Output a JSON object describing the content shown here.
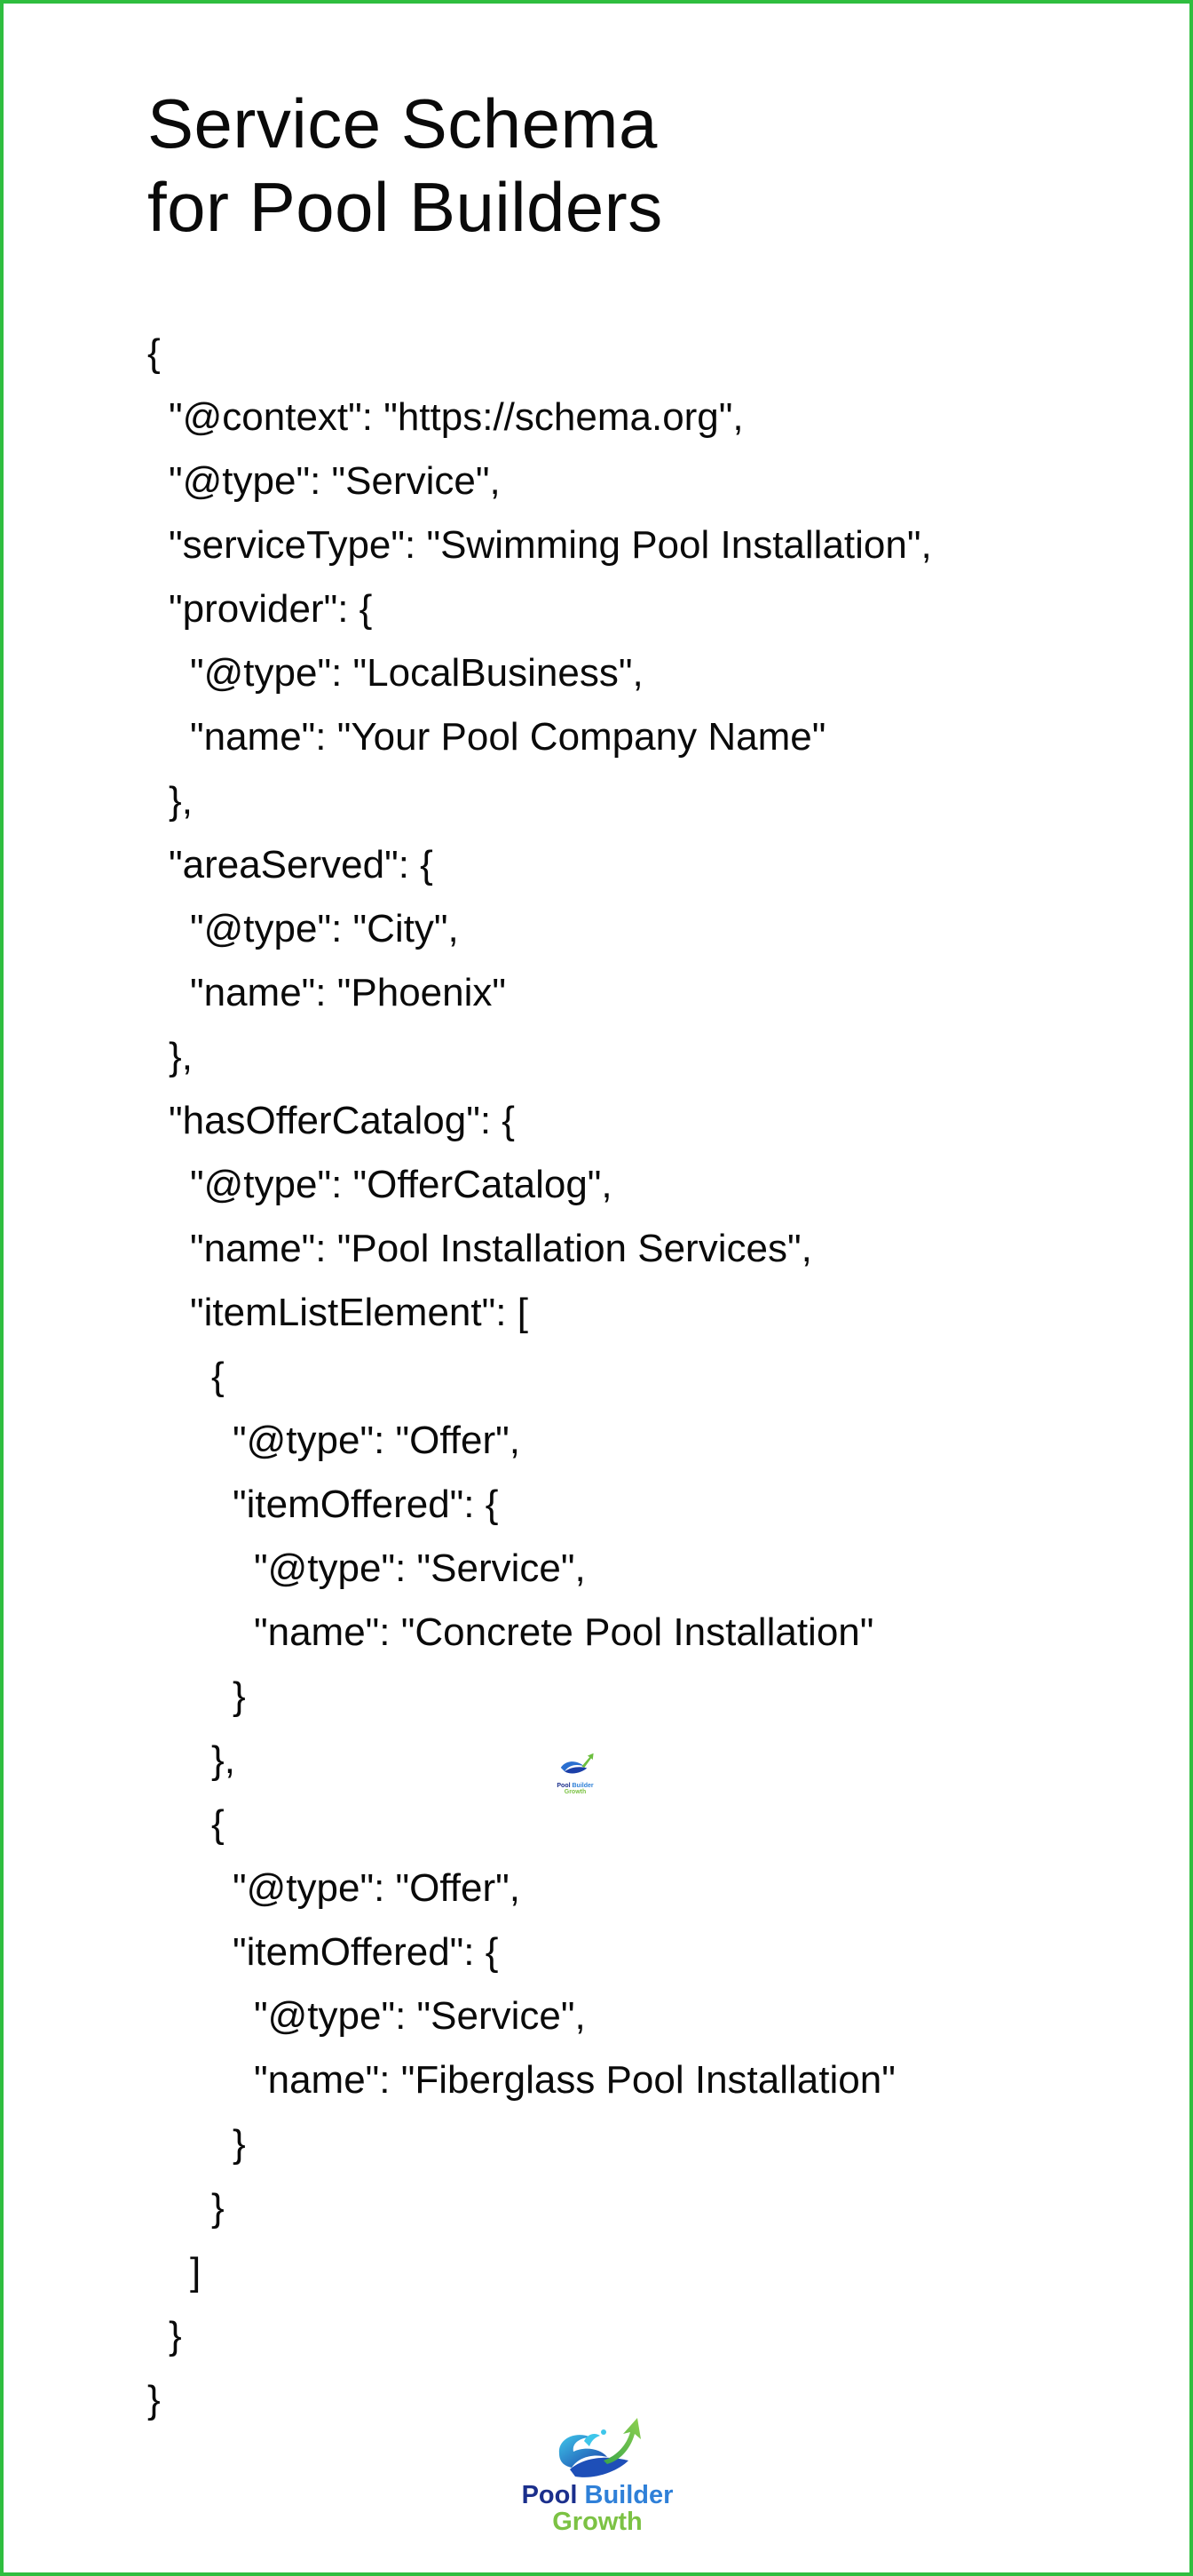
{
  "title": {
    "line1": "Service Schema",
    "line2": "for Pool Builders"
  },
  "code": {
    "lines": [
      "{",
      "\"@context\": \"https://schema.org\",",
      "\"@type\": \"Service\",",
      "\"serviceType\": \"Swimming Pool Installation\",",
      "\"provider\": {",
      "\"@type\": \"LocalBusiness\",",
      "\"name\": \"Your Pool Company Name\"",
      "},",
      "\"areaServed\": {",
      "\"@type\": \"City\",",
      "\"name\": \"Phoenix\"",
      "},",
      "\"hasOfferCatalog\": {",
      "\"@type\": \"OfferCatalog\",",
      "\"name\": \"Pool Installation Services\",",
      "\"itemListElement\": [",
      "{",
      "\"@type\": \"Offer\",",
      "\"itemOffered\": {",
      "\"@type\": \"Service\",",
      "\"name\": \"Concrete Pool Installation\"",
      "}",
      "},",
      "{",
      "\"@type\": \"Offer\",",
      "\"itemOffered\": {",
      "\"@type\": \"Service\",",
      "\"name\": \"Fiberglass Pool Installation\"",
      "}",
      "}",
      "]",
      "}",
      "}"
    ]
  },
  "logo": {
    "word1": "Pool",
    "word2": "Builder",
    "word3": "Growth",
    "colors": {
      "navy": "#1b2f8c",
      "blue": "#2f80d8",
      "green": "#7cc244"
    }
  },
  "colors": {
    "border": "#2fbe3f",
    "text": "#0a0a0a"
  }
}
